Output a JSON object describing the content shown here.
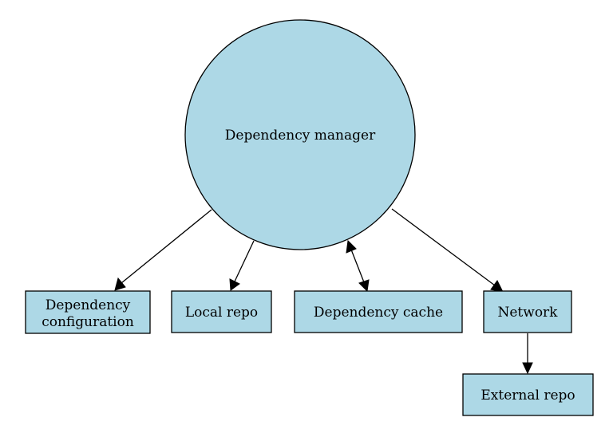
{
  "diagram": {
    "node_fill": "#add8e6",
    "stroke_color": "#000000",
    "nodes": {
      "manager": {
        "label": "Dependency manager",
        "shape": "circle"
      },
      "config": {
        "label_line1": "Dependency",
        "label_line2": "configuration",
        "shape": "box"
      },
      "local_repo": {
        "label": "Local repo",
        "shape": "box"
      },
      "cache": {
        "label": "Dependency cache",
        "shape": "box"
      },
      "network": {
        "label": "Network",
        "shape": "box"
      },
      "external_repo": {
        "label": "External repo",
        "shape": "box"
      }
    },
    "edges": [
      {
        "from": "Dependency manager",
        "to": "Dependency configuration",
        "direction": "forward"
      },
      {
        "from": "Dependency manager",
        "to": "Local repo",
        "direction": "forward"
      },
      {
        "from": "Dependency manager",
        "to": "Dependency cache",
        "direction": "both"
      },
      {
        "from": "Dependency manager",
        "to": "Network",
        "direction": "forward"
      },
      {
        "from": "Network",
        "to": "External repo",
        "direction": "forward"
      }
    ]
  }
}
